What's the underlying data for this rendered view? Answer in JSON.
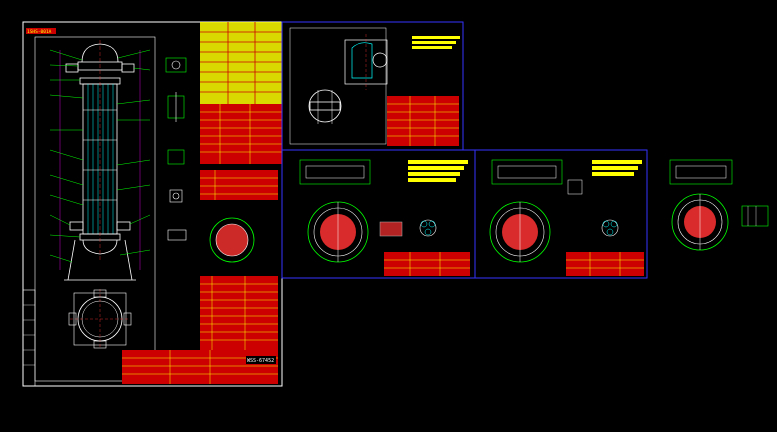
{
  "drawing": {
    "sheet_code": "1SHS-001A",
    "title_block_code": "WSS-67452",
    "colors": {
      "background": "#000000",
      "frame": "#ffffff",
      "border": "#3333ff",
      "outline": "#ffffff",
      "text_fill": "#ffff00",
      "table_fill": "#cc0000",
      "hatch": "#ff3333",
      "geometry": "#00ff00",
      "leader": "#00ffff",
      "accent": "#ff00ff"
    },
    "sheets": [
      {
        "name": "main-assembly-sheet"
      },
      {
        "name": "shell-section-sheet"
      },
      {
        "name": "tube-sheet-a"
      },
      {
        "name": "tube-sheet-b"
      },
      {
        "name": "tube-sheet-c"
      }
    ]
  }
}
